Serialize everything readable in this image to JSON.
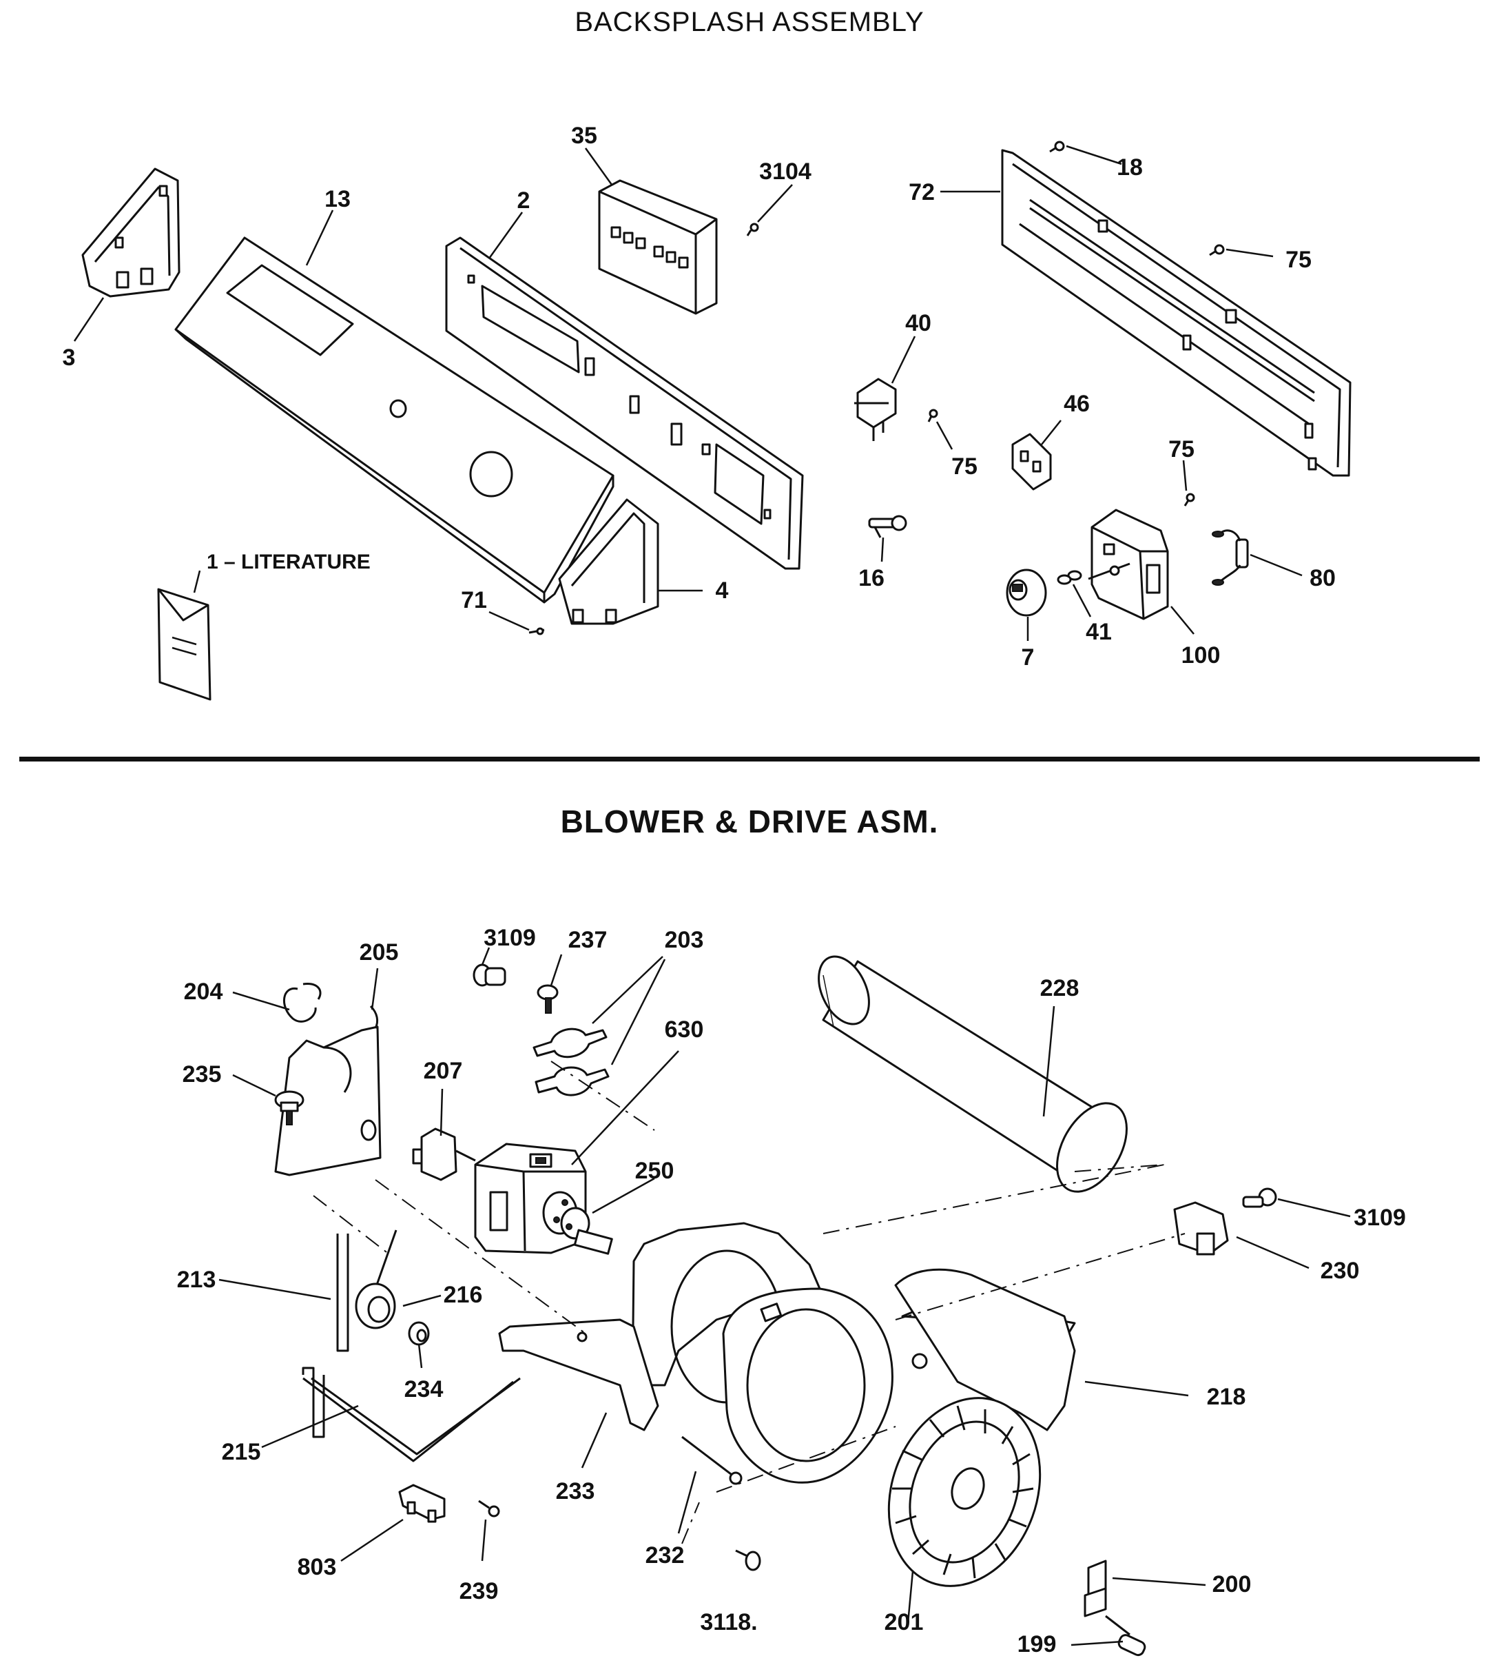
{
  "sections": {
    "top_title": "BACKSPLASH ASSEMBLY",
    "bottom_title": "BLOWER & DRIVE ASM."
  },
  "callouts_backsplash": {
    "c3": "3",
    "c13": "13",
    "c2": "2",
    "c35": "35",
    "c3104": "3104",
    "c72": "72",
    "c18": "18",
    "c75a": "75",
    "c40": "40",
    "c75b": "75",
    "c46": "46",
    "c75c": "75",
    "c16": "16",
    "c80": "80",
    "c41": "41",
    "c100": "100",
    "c7": "7",
    "c4": "4",
    "c71": "71",
    "c1": "1 – LITERATURE"
  },
  "callouts_blower": {
    "c3109a": "3109",
    "c237": "237",
    "c203": "203",
    "c205": "205",
    "c204": "204",
    "c228": "228",
    "c630": "630",
    "c207": "207",
    "c235": "235",
    "c250": "250",
    "c3109b": "3109",
    "c230": "230",
    "c213": "213",
    "c216": "216",
    "c218": "218",
    "c234": "234",
    "c215": "215",
    "c233": "233",
    "c232": "232",
    "c803": "803",
    "c239": "239",
    "c200": "200",
    "c3118": "3118.",
    "c201": "201",
    "c199": "199"
  }
}
